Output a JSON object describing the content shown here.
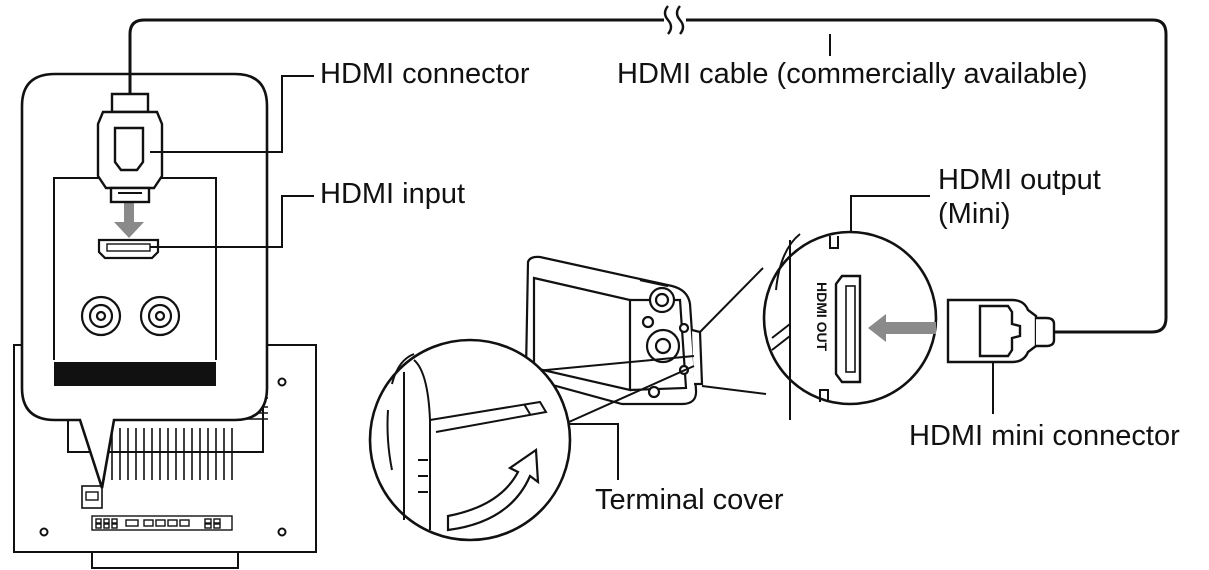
{
  "labels": {
    "hdmi_connector": "HDMI connector",
    "hdmi_cable": "HDMI cable (commercially available)",
    "hdmi_input": "HDMI input",
    "hdmi_output_line1": "HDMI output",
    "hdmi_output_line2": "(Mini)",
    "hdmi_mini_connector": "HDMI mini connector",
    "terminal_cover": "Terminal cover",
    "port_marking": "HDMI OUT"
  },
  "colors": {
    "line": "#111111",
    "arrow": "#8a8a8a",
    "dark_band": "#111111",
    "background": "#ffffff"
  }
}
